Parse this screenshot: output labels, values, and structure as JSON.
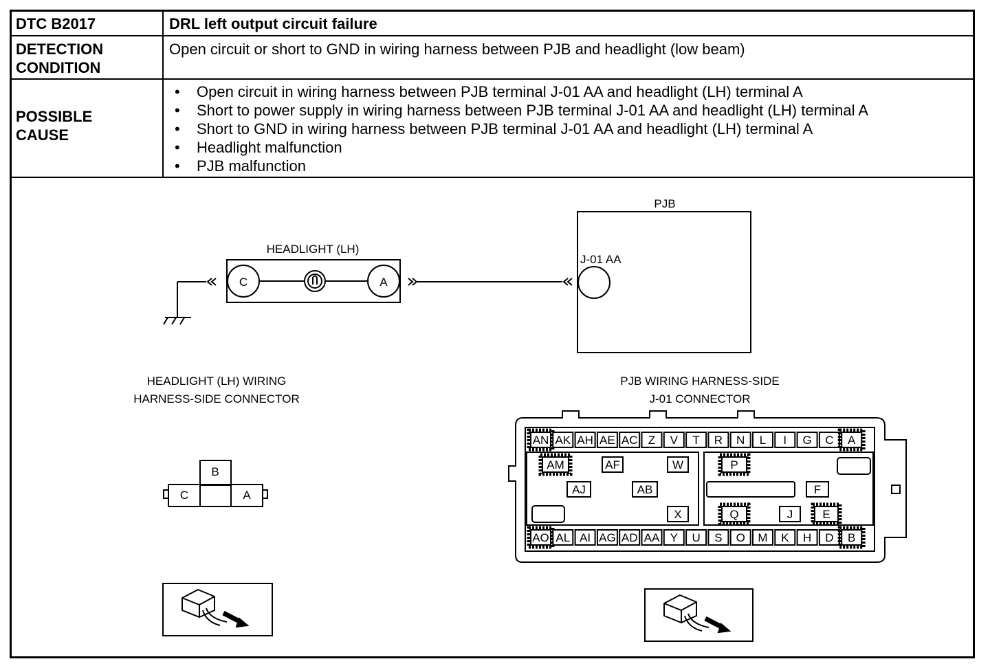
{
  "dtc": {
    "code_label": "DTC B2017",
    "title": "DRL left output circuit failure"
  },
  "detection": {
    "label_line1": "DETECTION",
    "label_line2": "CONDITION",
    "text": "Open circuit or short to GND in wiring harness between PJB and headlight (low beam)"
  },
  "cause": {
    "label_line1": "POSSIBLE",
    "label_line2": "CAUSE",
    "items": [
      "Open circuit in wiring harness between PJB terminal J-01 AA and headlight (LH) terminal A",
      "Short to power supply in wiring harness between PJB terminal J-01 AA and headlight (LH) terminal A",
      "Short to GND in wiring harness between PJB terminal J-01 AA and headlight (LH) terminal A",
      "Headlight malfunction",
      "PJB malfunction"
    ]
  },
  "schematic": {
    "pjb_label": "PJB",
    "pjb_terminal": "J-01 AA",
    "headlight_label": "HEADLIGHT (LH)",
    "terminal_c": "C",
    "terminal_a": "A"
  },
  "headlight_connector": {
    "title_line1": "HEADLIGHT (LH) WIRING",
    "title_line2": "HARNESS-SIDE CONNECTOR",
    "pins": [
      "B",
      "C",
      "A"
    ]
  },
  "pjb_connector": {
    "title_line1": "PJB WIRING HARNESS-SIDE",
    "title_line2": "J-01 CONNECTOR",
    "top_row": [
      "AN",
      "AK",
      "AH",
      "AE",
      "AC",
      "Z",
      "V",
      "T",
      "R",
      "N",
      "L",
      "I",
      "G",
      "C",
      "A"
    ],
    "bottom_row": [
      "AO",
      "AL",
      "AI",
      "AG",
      "AD",
      "AA",
      "Y",
      "U",
      "S",
      "O",
      "M",
      "K",
      "H",
      "D",
      "B"
    ],
    "left_block": [
      "AM",
      "AF",
      "W",
      "AJ",
      "AB",
      "X"
    ],
    "right_block": [
      "P",
      "F",
      "Q",
      "J",
      "E"
    ]
  }
}
